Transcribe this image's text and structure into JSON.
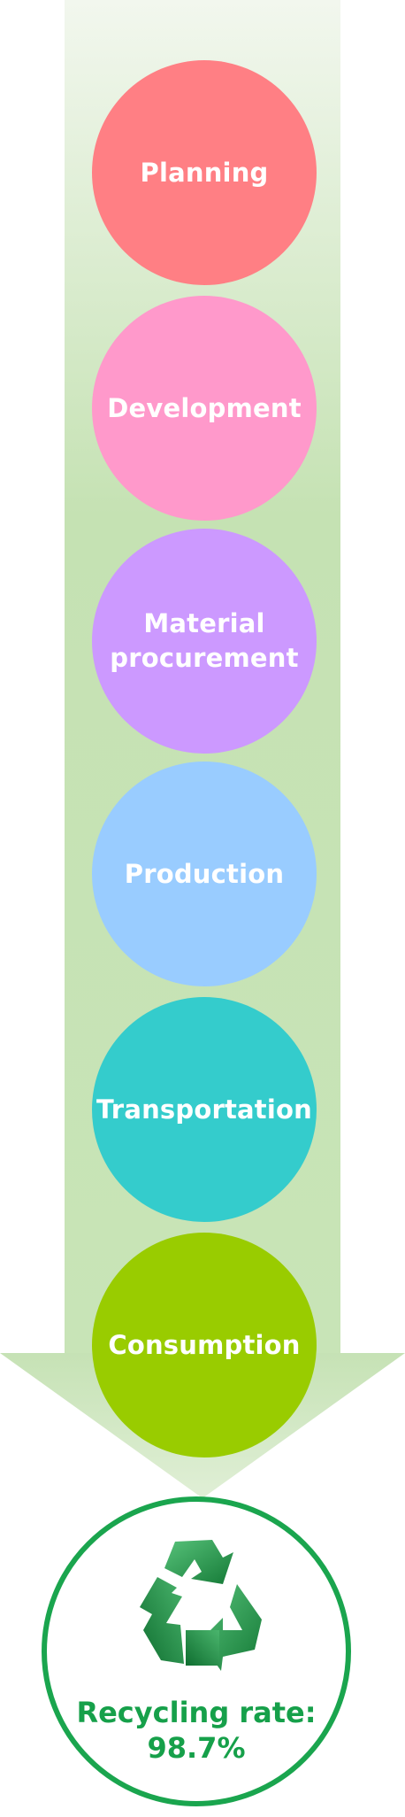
{
  "stages": [
    {
      "label": "Planning",
      "color": "#ff7f84"
    },
    {
      "label": "Development",
      "color": "#ff99cb"
    },
    {
      "label": "Material\nprocurement",
      "color": "#cc99ff"
    },
    {
      "label": "Production",
      "color": "#99ccff"
    },
    {
      "label": "Transportation",
      "color": "#34cccc"
    },
    {
      "label": "Consumption",
      "color": "#99cc00"
    }
  ],
  "result": {
    "label": "Recycling rate:",
    "value": "98.7%",
    "accent_color": "#1aa54e"
  },
  "arrow": {
    "color_top": "#f2f7ee",
    "color_bottom": "#c5e2b3"
  },
  "icons": [
    "recycle-icon"
  ]
}
